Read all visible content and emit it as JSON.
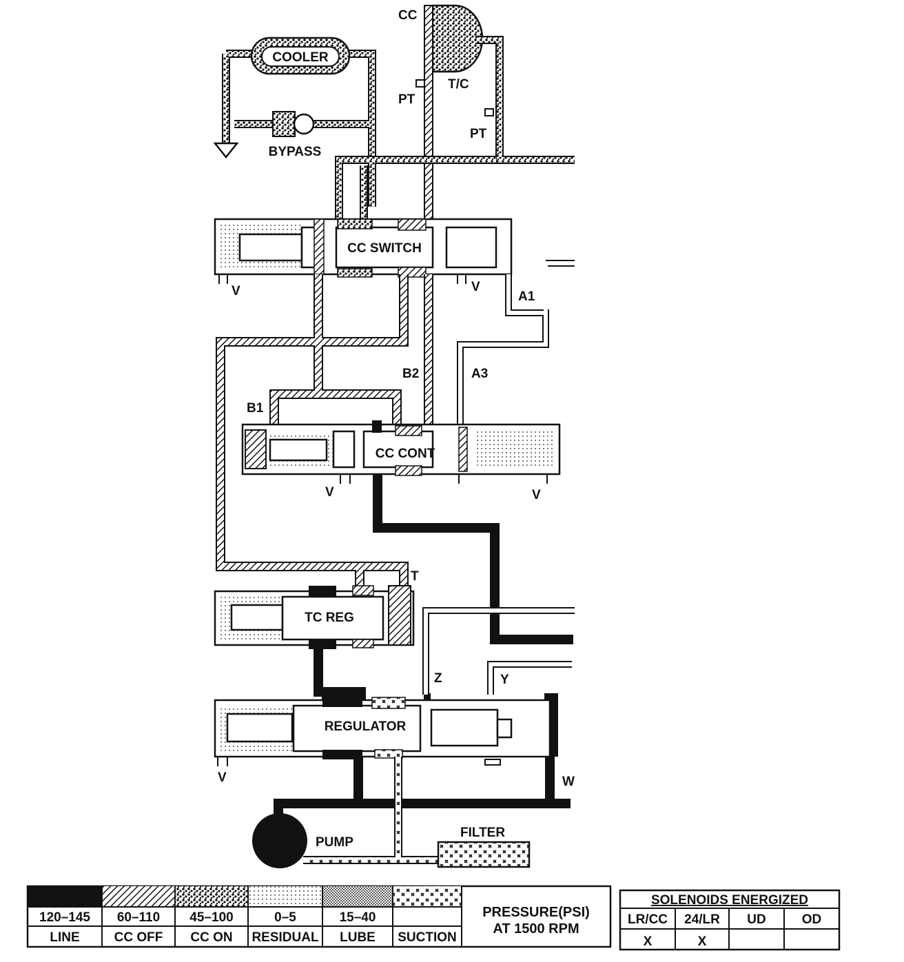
{
  "components": {
    "cooler": "COOLER",
    "bypass": "BYPASS",
    "torque_converter": "T/C",
    "cc_switch": "CC SWITCH",
    "cc_cont": "CC CONT",
    "tc_reg": "TC REG",
    "regulator": "REGULATOR",
    "pump": "PUMP",
    "filter": "FILTER"
  },
  "port_labels": {
    "cc": "CC",
    "pt": "PT",
    "v": "V",
    "a1": "A1",
    "a3": "A3",
    "b1": "B1",
    "b2": "B2",
    "t": "T",
    "z": "Z",
    "y": "Y",
    "w": "W"
  },
  "legend": {
    "ranges": [
      "120–145",
      "60–110",
      "45–100",
      "0–5",
      "15–40",
      ""
    ],
    "names": [
      "LINE",
      "CC OFF",
      "CC ON",
      "RESIDUAL",
      "LUBE",
      "SUCTION"
    ],
    "pressure_line1": "PRESSURE(PSI)",
    "pressure_line2": "AT 1500 RPM"
  },
  "solenoids": {
    "title": "SOLENOIDS ENERGIZED",
    "headers": [
      "LR/CC",
      "24/LR",
      "UD",
      "OD"
    ],
    "marks": [
      "X",
      "X",
      "",
      ""
    ]
  }
}
